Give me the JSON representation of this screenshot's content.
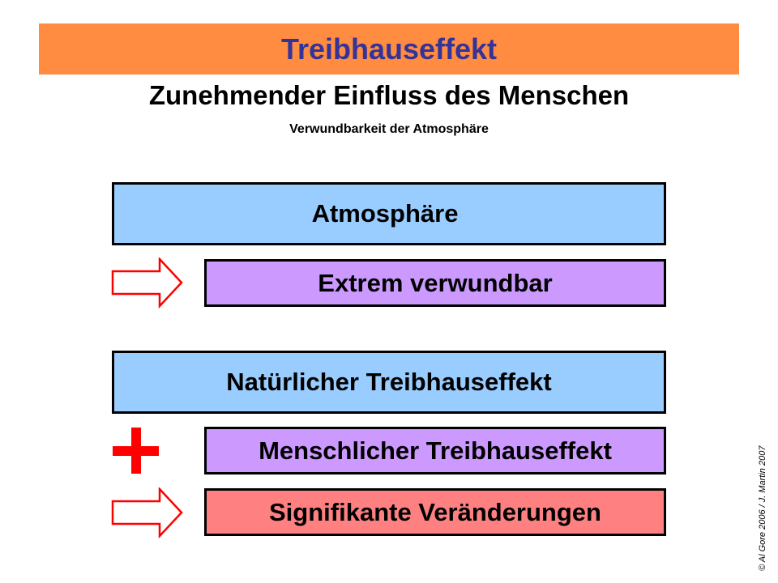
{
  "header": {
    "title": "Treibhauseffekt",
    "subtitle": "Zunehmender Einfluss des Menschen",
    "caption": "Verwundbarkeit der Atmosphäre"
  },
  "boxes": [
    {
      "label": "Atmosphäre",
      "color": "#99ccff"
    },
    {
      "label": "Extrem verwundbar",
      "color": "#cc99ff"
    },
    {
      "label": "Natürlicher Treibhauseffekt",
      "color": "#99ccff"
    },
    {
      "label": "Menschlicher Treibhauseffekt",
      "color": "#cc99ff"
    },
    {
      "label": "Signifikante Veränderungen",
      "color": "#ff8080"
    }
  ],
  "icons": {
    "arrow1": "right-arrow-icon",
    "plus": "plus-icon",
    "arrow2": "right-arrow-icon"
  },
  "colors": {
    "banner": "#ff8c40",
    "title": "#333399",
    "accent_red": "#ff0000"
  },
  "footer": {
    "copyright": "© Al Gore 2006 / J. Martin 2007"
  }
}
